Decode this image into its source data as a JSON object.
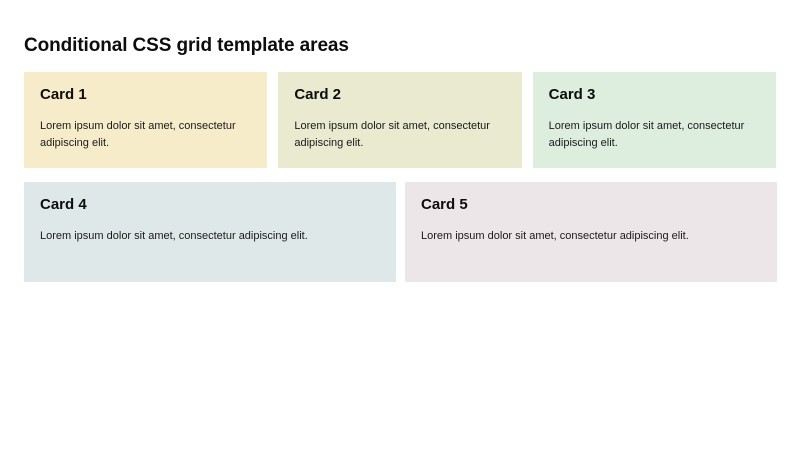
{
  "page": {
    "title": "Conditional CSS grid template areas",
    "background_color": "#ffffff"
  },
  "cards": [
    {
      "title": "Card 1",
      "body": "Lorem ipsum dolor sit amet, consectetur adipiscing elit.",
      "background_color": "#f7ecca"
    },
    {
      "title": "Card 2",
      "body": "Lorem ipsum dolor sit amet, consectetur adipiscing elit.",
      "background_color": "#e9ead0"
    },
    {
      "title": "Card 3",
      "body": "Lorem ipsum dolor sit amet, consectetur adipiscing elit.",
      "background_color": "#ddeedf"
    },
    {
      "title": "Card 4",
      "body": "Lorem ipsum dolor sit amet, consectetur adipiscing elit.",
      "background_color": "#dfe8e8"
    },
    {
      "title": "Card 5",
      "body": "Lorem ipsum dolor sit amet, consectetur adipiscing elit.",
      "background_color": "#ede6e9"
    }
  ]
}
